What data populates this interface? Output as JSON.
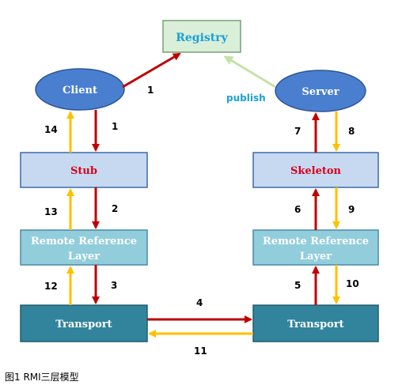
{
  "nodes": {
    "registry": {
      "label": "Registry",
      "text_color": "#1aa0d8",
      "fill": "#d9efd7",
      "stroke": "#7a9e78"
    },
    "client": {
      "label": "Client",
      "text_color": "#ffffff",
      "fill": "#4a7fcf",
      "stroke": "#2f5597"
    },
    "server": {
      "label": "Server",
      "text_color": "#ffffff",
      "fill": "#4a7fcf",
      "stroke": "#2f5597"
    },
    "stub": {
      "label": "Stub",
      "text_color": "#d9001b",
      "fill": "#c6d9f1",
      "stroke": "#3a6aa8"
    },
    "skeleton": {
      "label": "Skeleton",
      "text_color": "#d9001b",
      "fill": "#c6d9f1",
      "stroke": "#3a6aa8"
    },
    "rrl_left": {
      "line1": "Remote Reference",
      "line2": "Layer",
      "text_color": "#ffffff",
      "fill": "#92cddc",
      "stroke": "#4a8aa8"
    },
    "rrl_right": {
      "line1": "Remote Reference",
      "line2": "Layer",
      "text_color": "#ffffff",
      "fill": "#92cddc",
      "stroke": "#4a8aa8"
    },
    "transport_left": {
      "label": "Transport",
      "text_color": "#ffffff",
      "fill": "#31849b",
      "stroke": "#1f5f72"
    },
    "transport_right": {
      "label": "Transport",
      "text_color": "#ffffff",
      "fill": "#31849b",
      "stroke": "#1f5f72"
    }
  },
  "edges": {
    "client_registry": "1",
    "client_stub": "1",
    "stub_rrl": "2",
    "rrl_transport": "3",
    "transport_transport": "4",
    "transport_rrl": "5",
    "rrl_skeleton": "6",
    "skeleton_server": "7",
    "server_skeleton": "8",
    "skeleton_rrl": "9",
    "rrl_transport_right": "10",
    "transport_back": "11",
    "transport_rrl_left": "12",
    "rrl_stub": "13",
    "stub_client": "14",
    "publish": "publish"
  },
  "colors": {
    "request_arrow": "#c00000",
    "response_arrow": "#ffc000",
    "publish_arrow": "#c3e3a5",
    "publish_text": "#1aa0d8"
  },
  "caption": "图1 RMI三层模型"
}
